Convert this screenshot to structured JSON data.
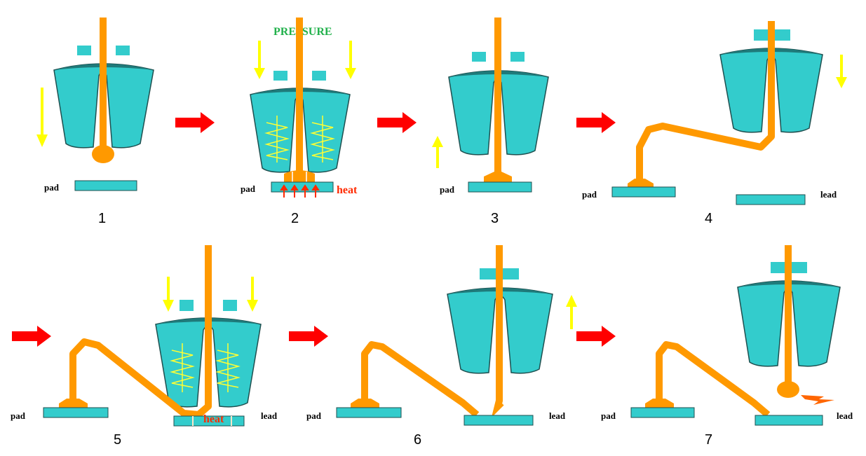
{
  "diagram": {
    "pressure_label": "PRESSURE",
    "heat_label": "heat",
    "pad_label": "pad",
    "lead_label": "lead",
    "step_numbers": [
      "1",
      "2",
      "3",
      "4",
      "5",
      "6",
      "7"
    ]
  },
  "colors": {
    "capillary": "#33cccc",
    "capillary_outline": "#1f4f4f",
    "wire": "#ff9900",
    "pad": "#33cccc",
    "arrow_motion": "#ffff00",
    "arrow_step": "#ff0000",
    "ultrasonic": "#ffff33",
    "heat_arrow": "#ff2a00"
  }
}
